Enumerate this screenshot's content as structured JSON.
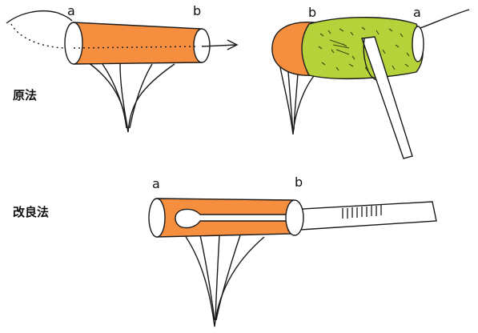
{
  "labels": {
    "original_method": "原法",
    "improved_method": "改良法"
  },
  "markers": {
    "a": "a",
    "b": "b"
  },
  "colors": {
    "tube_orange": "#F58F3F",
    "fat_green": "#B5D23A",
    "line": "#1a1a1a"
  }
}
